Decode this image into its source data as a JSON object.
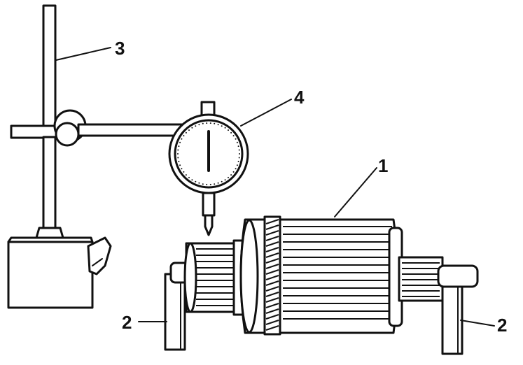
{
  "labels": {
    "armature": "1",
    "v_block_left": "2",
    "v_block_right": "2",
    "magnetic_stand": "3",
    "dial_indicator": "4"
  },
  "colors": {
    "ink": "#111111",
    "paper": "#ffffff"
  }
}
